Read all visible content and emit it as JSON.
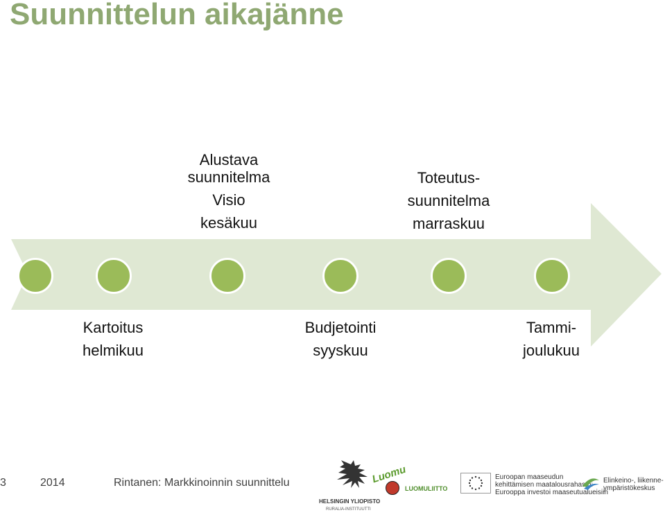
{
  "title": "Suunnittelun aikajänne",
  "timeline": {
    "top_labels": [
      {
        "lines": [
          "Alustava",
          "suunnitelma",
          "Visio",
          "kesäkuu"
        ]
      },
      {
        "lines": [
          "Toteutus-",
          "suunnitelma",
          "marraskuu"
        ]
      }
    ],
    "bottom_labels": [
      {
        "lines": [
          "Kartoitus",
          "helmikuu"
        ]
      },
      {
        "lines": [
          "Budjetointi",
          "syyskuu"
        ]
      },
      {
        "lines": [
          "Tammi-",
          "joulukuu"
        ]
      }
    ],
    "colors": {
      "arrow": "#dfe8d3",
      "marker": "#9bbb59",
      "title": "#8fa872"
    }
  },
  "footer": {
    "page_number": "3",
    "year": "2014",
    "author_title": "Rintanen: Markkinoinnin suunnittelu"
  },
  "logos": {
    "helsinki": {
      "line1": "HELSINGIN YLIOPISTO",
      "line2": "RURALIA-INSTITUUTTI"
    },
    "luomu": {
      "badge": "Luomu",
      "name": "LUOMULIITTO"
    },
    "eu": {
      "line1": "Euroopan maaseudun",
      "line2": "kehittämisen maatalousrahasto:",
      "line3": "Eurooppa investoi maaseutualueisiin"
    },
    "ely": {
      "line1": "Elinkeino-, liikenne- ja",
      "line2": "ympäristökeskus"
    }
  }
}
